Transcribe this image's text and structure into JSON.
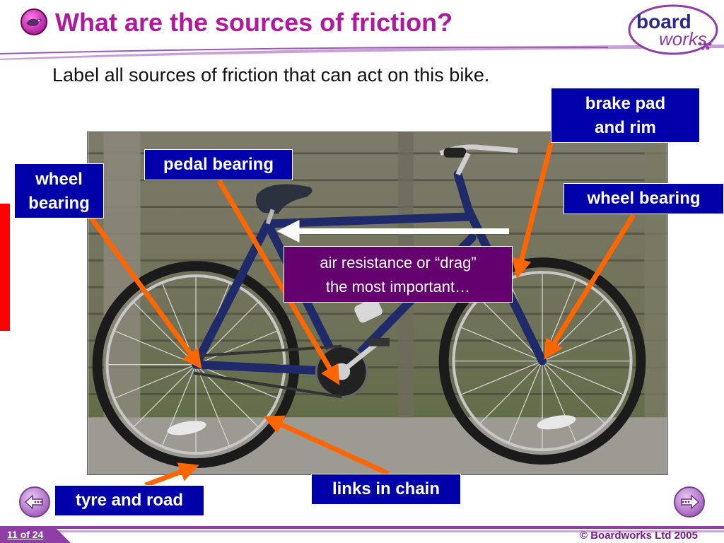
{
  "slide": {
    "title": "What are the sources of friction?",
    "subtitle": "Label all sources of friction that can act on this bike."
  },
  "logo": {
    "line1": "board",
    "line2": "works"
  },
  "labels": {
    "brake_pad": [
      "brake pad",
      "and rim"
    ],
    "pedal_bearing": "pedal bearing",
    "wheel_bearing_left": [
      "wheel",
      "bearing"
    ],
    "wheel_bearing_right": "wheel bearing",
    "air_resistance": [
      "air resistance or “drag”",
      "the most important…"
    ],
    "links_in_chain": "links in chain",
    "tyre_and_road": "tyre and road"
  },
  "footer": {
    "slide_counter": "11 of 24",
    "copyright": "© Boardworks Ltd 2005"
  },
  "colors": {
    "title": "#b0199b",
    "label_bg": "#0000aa",
    "air_label_bg": "#65006f",
    "arrow": "#ff6600",
    "accent_red": "#ff0000",
    "footer_purple": "#8f3ea6"
  },
  "icons": {
    "title": "bird-icon",
    "prev": "prev-arrow-icon",
    "next": "next-arrow-icon"
  }
}
